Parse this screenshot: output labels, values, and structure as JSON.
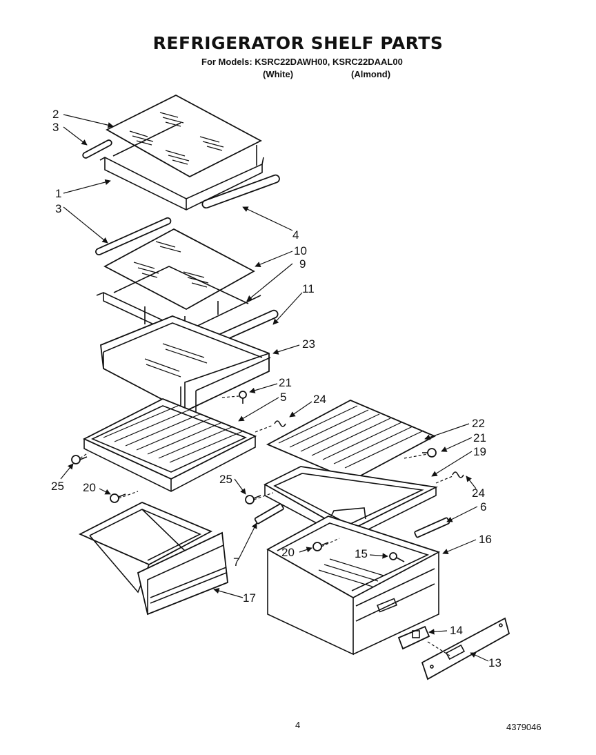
{
  "header": {
    "title": "REFRIGERATOR SHELF PARTS",
    "models": "For Models: KSRC22DAWH00, KSRC22DAAL00",
    "color_white": "(White)",
    "color_almond": "(Almond)"
  },
  "callouts": {
    "c2": "2",
    "c3a": "3",
    "c1": "1",
    "c3b": "3",
    "c4": "4",
    "c10": "10",
    "c9": "9",
    "c11": "11",
    "c23": "23",
    "c21a": "21",
    "c5": "5",
    "c24a": "24",
    "c22": "22",
    "c21b": "21",
    "c19": "19",
    "c25a": "25",
    "c25b": "25",
    "c20a": "20",
    "c24b": "24",
    "c6": "6",
    "c7": "7",
    "c16": "16",
    "c20b": "20",
    "c15": "15",
    "c17": "17",
    "c14": "14",
    "c13": "13"
  },
  "footer": {
    "page_number": "4",
    "document_number": "4379046"
  }
}
